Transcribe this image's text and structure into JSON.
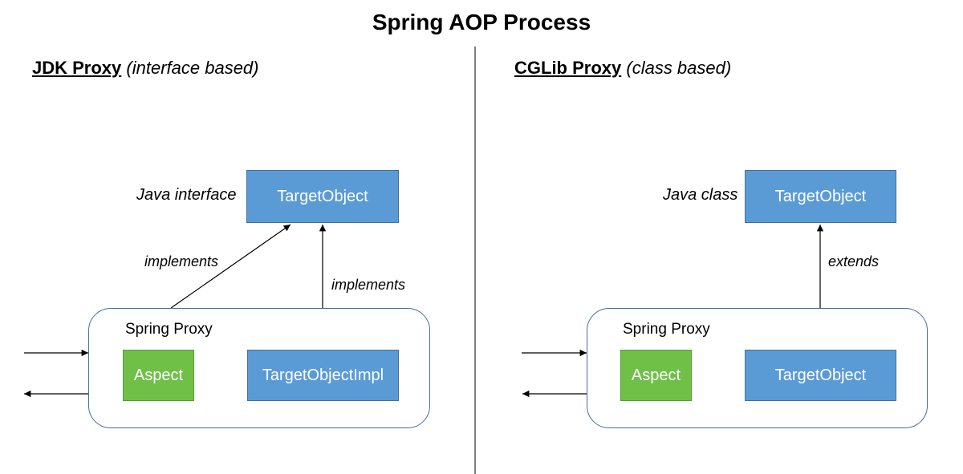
{
  "title": "Spring AOP Process",
  "left": {
    "heading_main": "JDK Proxy",
    "heading_sub": "(interface based)",
    "side_label": "Java interface",
    "top_box": "TargetObject",
    "edge_left_label": "implements",
    "edge_right_label": "implements",
    "proxy_label": "Spring Proxy",
    "aspect_box": "Aspect",
    "impl_box": "TargetObjectImpl"
  },
  "right": {
    "heading_main": "CGLib Proxy",
    "heading_sub": "(class based)",
    "side_label": "Java class",
    "top_box": "TargetObject",
    "edge_label": "extends",
    "proxy_label": "Spring Proxy",
    "aspect_box": "Aspect",
    "impl_box": "TargetObject"
  },
  "colors": {
    "box_blue": "#5b9bd5",
    "box_green": "#70c048",
    "proxy_border": "#41719c"
  }
}
